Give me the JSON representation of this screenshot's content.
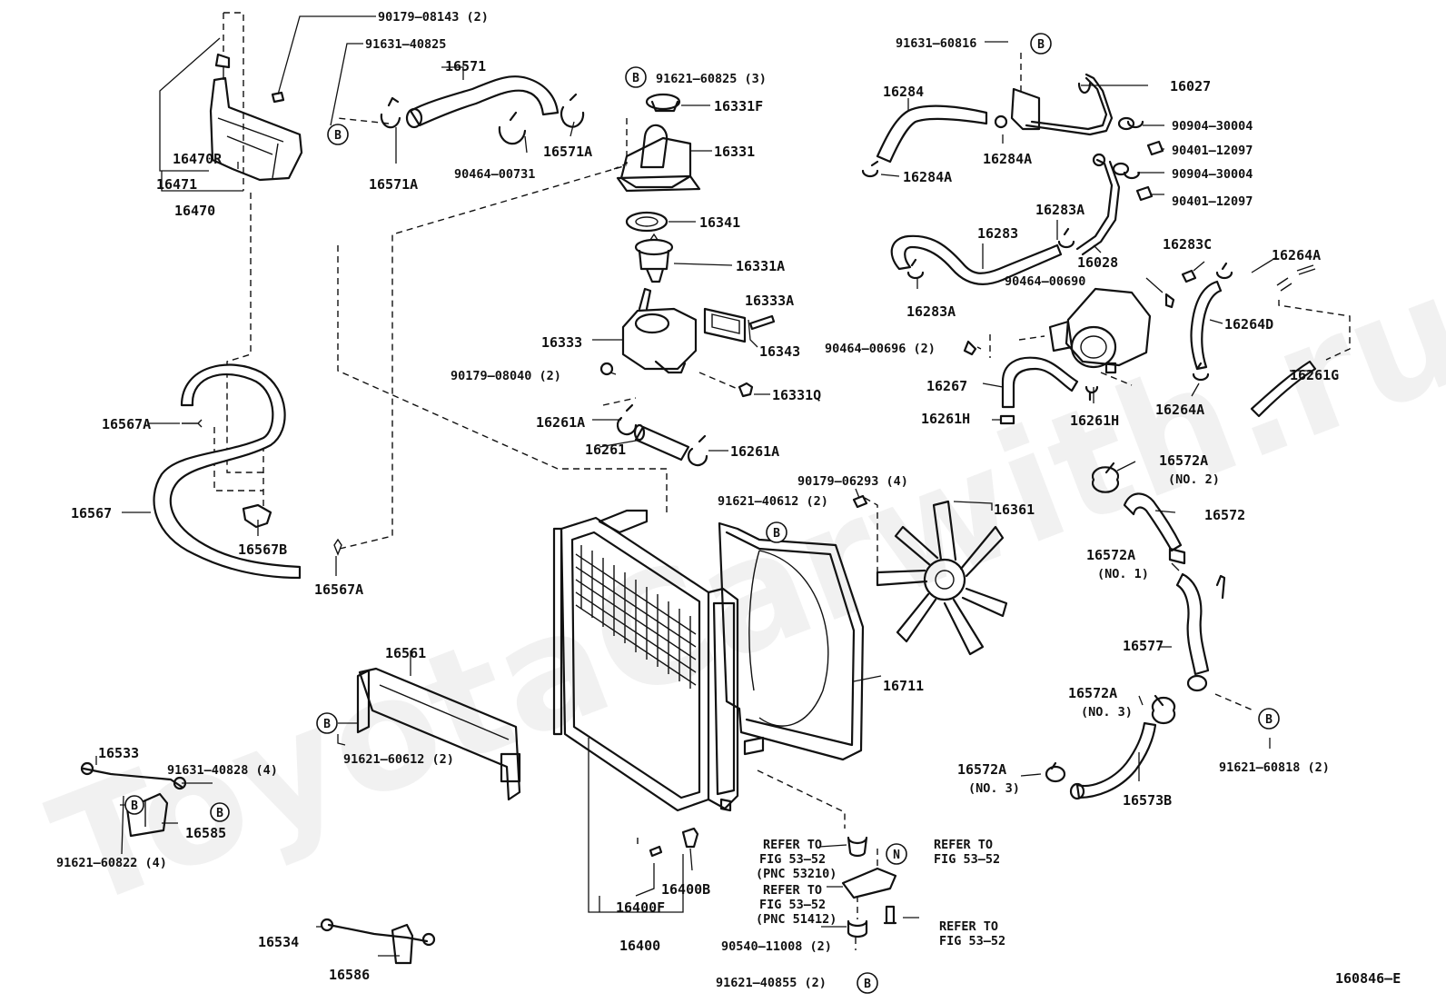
{
  "watermark": "ToyotaCarwith.ru",
  "figure_code": "160846–E",
  "ref": {
    "refer_to": "REFER TO",
    "fig": "FIG 53–52",
    "pnc_53210": "(PNC 53210)",
    "pnc_51412": "(PNC 51412)"
  },
  "callouts": {
    "B": "B",
    "N": "N"
  },
  "labels": {
    "p90179_08143": "90179–08143 (2)",
    "p91631_40825": "91631–40825",
    "p16571": "16571",
    "p91621_60825": "91621–60825 (3)",
    "p16331F": "16331F",
    "p16331": "16331",
    "p16571A_r": "16571A",
    "p16571A_l": "16571A",
    "p90464_00731": "90464–00731",
    "p16470R": "16470R",
    "p16471": "16471",
    "p16470": "16470",
    "p16341": "16341",
    "p16331A": "16331A",
    "p16333A": "16333A",
    "p16333": "16333",
    "p16343": "16343",
    "p90179_08040": "90179–08040 (2)",
    "p16331Q": "16331Q",
    "p16261A_l": "16261A",
    "p16261": "16261",
    "p16261A_r": "16261A",
    "p16567A_t": "16567A",
    "p16567": "16567",
    "p16567B": "16567B",
    "p16567A_b": "16567A",
    "p91631_60816": "91631–60816",
    "p16284": "16284",
    "p16027": "16027",
    "p90904_30004_a": "90904–30004",
    "p90401_12097_a": "90401–12097",
    "p16284A_r": "16284A",
    "p16284A_l": "16284A",
    "p90904_30004_b": "90904–30004",
    "p90401_12097_b": "90401–12097",
    "p16283A_t": "16283A",
    "p16283": "16283",
    "p16028": "16028",
    "p16283C": "16283C",
    "p16264A_t": "16264A",
    "p90464_00690": "90464–00690",
    "p16283A_b": "16283A",
    "p16264D": "16264D",
    "p90464_00696": "90464–00696 (2)",
    "p16267": "16267",
    "p16261G": "16261G",
    "p16261H_l": "16261H",
    "p16261H_r": "16261H",
    "p16264A_b": "16264A",
    "p90179_06293": "90179–06293 (4)",
    "p91621_40612": "91621–40612 (2)",
    "p16361": "16361",
    "p16572A_no2": "16572A",
    "no2": "(NO. 2)",
    "p16572": "16572",
    "p16572A_no1": "16572A",
    "no1": "(NO. 1)",
    "p16577": "16577",
    "p16572A_no3a": "16572A",
    "no3a": "(NO. 3)",
    "p16572A_no3b": "16572A",
    "no3b": "(NO. 3)",
    "p16573B": "16573B",
    "p91621_60818": "91621–60818 (2)",
    "p16561": "16561",
    "p91621_60612": "91621–60612 (2)",
    "p16711": "16711",
    "p16533": "16533",
    "p91631_40828": "91631–40828 (4)",
    "p16585": "16585",
    "p91621_60822": "91621–60822 (4)",
    "p16400B": "16400B",
    "p16400F": "16400F",
    "p16400": "16400",
    "p90540_11008": "90540–11008 (2)",
    "p91621_40855": "91621–40855 (2)",
    "p16534": "16534",
    "p16586": "16586"
  }
}
